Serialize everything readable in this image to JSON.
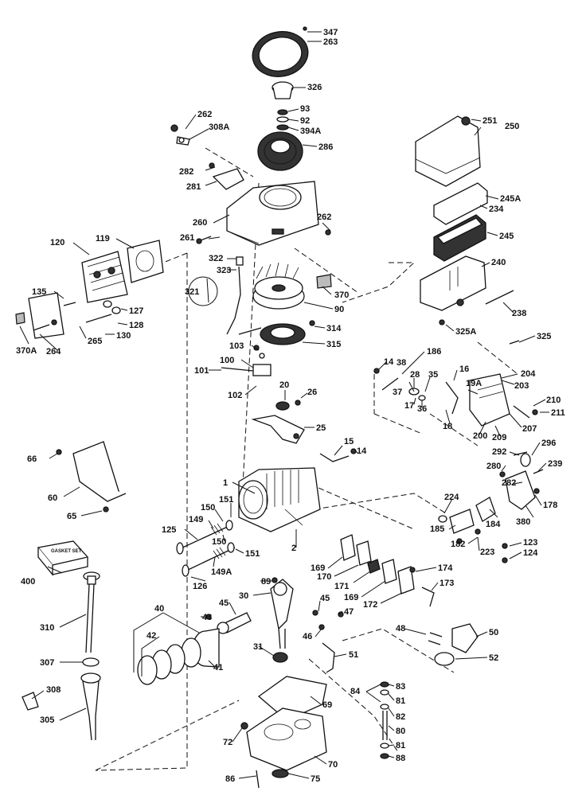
{
  "diagram": {
    "part_labels": [
      "347",
      "263",
      "326",
      "93",
      "92",
      "394A",
      "286",
      "262",
      "308A",
      "282",
      "281",
      "260",
      "262",
      "261",
      "322",
      "323",
      "321",
      "370",
      "90",
      "314",
      "315",
      "103",
      "100",
      "101",
      "102",
      "20",
      "26",
      "25",
      "15",
      "14",
      "1",
      "150",
      "151",
      "149",
      "125",
      "150",
      "149A",
      "151",
      "126",
      "2",
      "120",
      "119",
      "135",
      "127",
      "128",
      "130",
      "370A",
      "264",
      "265",
      "66",
      "60",
      "65",
      "251",
      "250",
      "245A",
      "234",
      "245",
      "240",
      "238",
      "325A",
      "325",
      "14",
      "38",
      "186",
      "16",
      "204",
      "28",
      "35",
      "37",
      "17",
      "36",
      "19A",
      "203",
      "18",
      "200",
      "209",
      "207",
      "210",
      "211",
      "292",
      "296",
      "280",
      "239",
      "282",
      "224",
      "185",
      "184",
      "178",
      "380",
      "182",
      "223",
      "123",
      "124",
      "169",
      "170",
      "171",
      "169",
      "172",
      "174",
      "173",
      "45",
      "30",
      "89",
      "47",
      "46",
      "45",
      "48",
      "50",
      "52",
      "51",
      "31",
      "69",
      "84",
      "83",
      "81",
      "82",
      "80",
      "81",
      "88",
      "72",
      "70",
      "86",
      "75",
      "40",
      "43",
      "42",
      "41",
      "400",
      "310",
      "307",
      "308",
      "305"
    ],
    "gasket_set_text": "GASKET SET"
  }
}
